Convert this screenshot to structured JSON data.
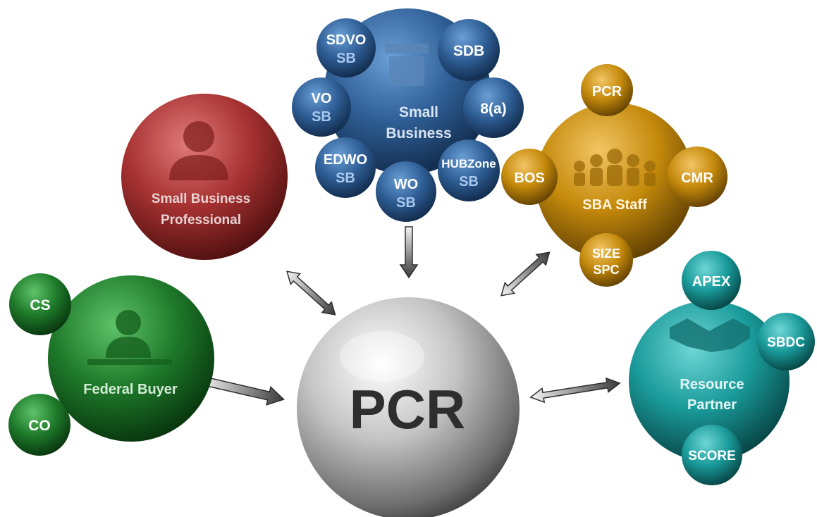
{
  "center": {
    "label": "PCR"
  },
  "small_business_professional": {
    "line1": "Small Business",
    "line2": "Professional",
    "color": "#a83232",
    "icon": "person-silhouette-icon"
  },
  "small_business": {
    "line1": "Small",
    "line2": "Business",
    "color": "#2f5f96",
    "icon": "storefront-icon",
    "satellites": {
      "sdvo": {
        "line1": "SDVO",
        "line2": "SB"
      },
      "sdb": {
        "line1": "SDB"
      },
      "vo": {
        "line1": "VO",
        "line2": "SB"
      },
      "eighta": {
        "line1": "8(a)"
      },
      "edwo": {
        "line1": "EDWO",
        "line2": "SB"
      },
      "wo": {
        "line1": "WO",
        "line2": "SB"
      },
      "hubzone": {
        "line1": "HUBZone",
        "line2": "SB"
      }
    }
  },
  "sba_staff": {
    "line1": "SBA Staff",
    "color": "#c58a0c",
    "icon": "group-of-people-icon",
    "satellites": {
      "pcr": {
        "line1": "PCR"
      },
      "bos": {
        "line1": "BOS"
      },
      "cmr": {
        "line1": "CMR"
      },
      "size": {
        "line1": "SIZE",
        "line2": "SPC"
      }
    }
  },
  "federal_buyer": {
    "line1": "Federal Buyer",
    "color": "#1e7a2a",
    "icon": "person-at-desk-icon",
    "satellites": {
      "cs": {
        "line1": "CS"
      },
      "co": {
        "line1": "CO"
      }
    }
  },
  "resource_partner": {
    "line1": "Resource",
    "line2": "Partner",
    "color": "#1a9a9a",
    "icon": "handshake-icon",
    "satellites": {
      "apex": {
        "line1": "APEX"
      },
      "sbdc": {
        "line1": "SBDC"
      },
      "score": {
        "line1": "SCORE"
      }
    }
  }
}
